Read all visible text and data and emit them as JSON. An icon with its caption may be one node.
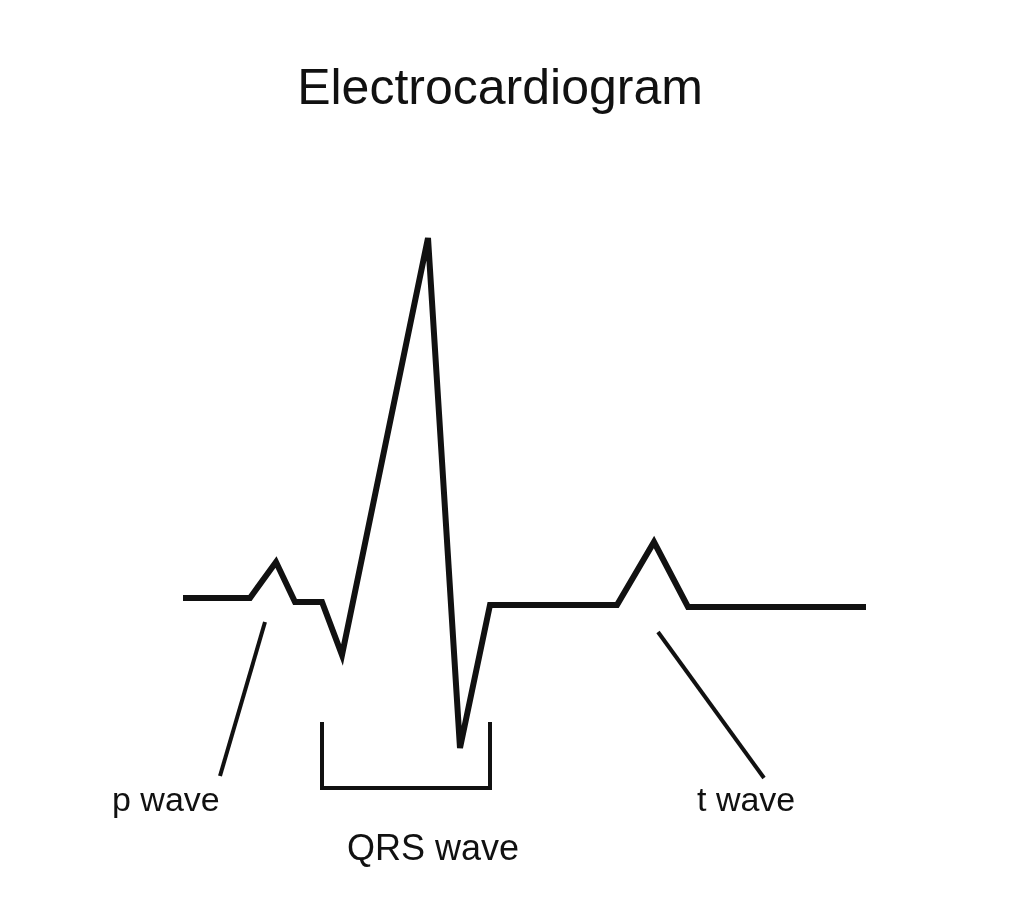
{
  "diagram": {
    "title": "Electrocardiogram",
    "nodes": [
      {
        "text": [
          "p wave"
        ]
      },
      {
        "text": [
          "t wave"
        ]
      }
    ],
    "edges": [
      {
        "from": 0,
        "to": null,
        "arrow": "none"
      },
      {
        "from": 1,
        "to": null,
        "arrow": "none"
      }
    ],
    "labels": [
      "QRS wave"
    ]
  }
}
